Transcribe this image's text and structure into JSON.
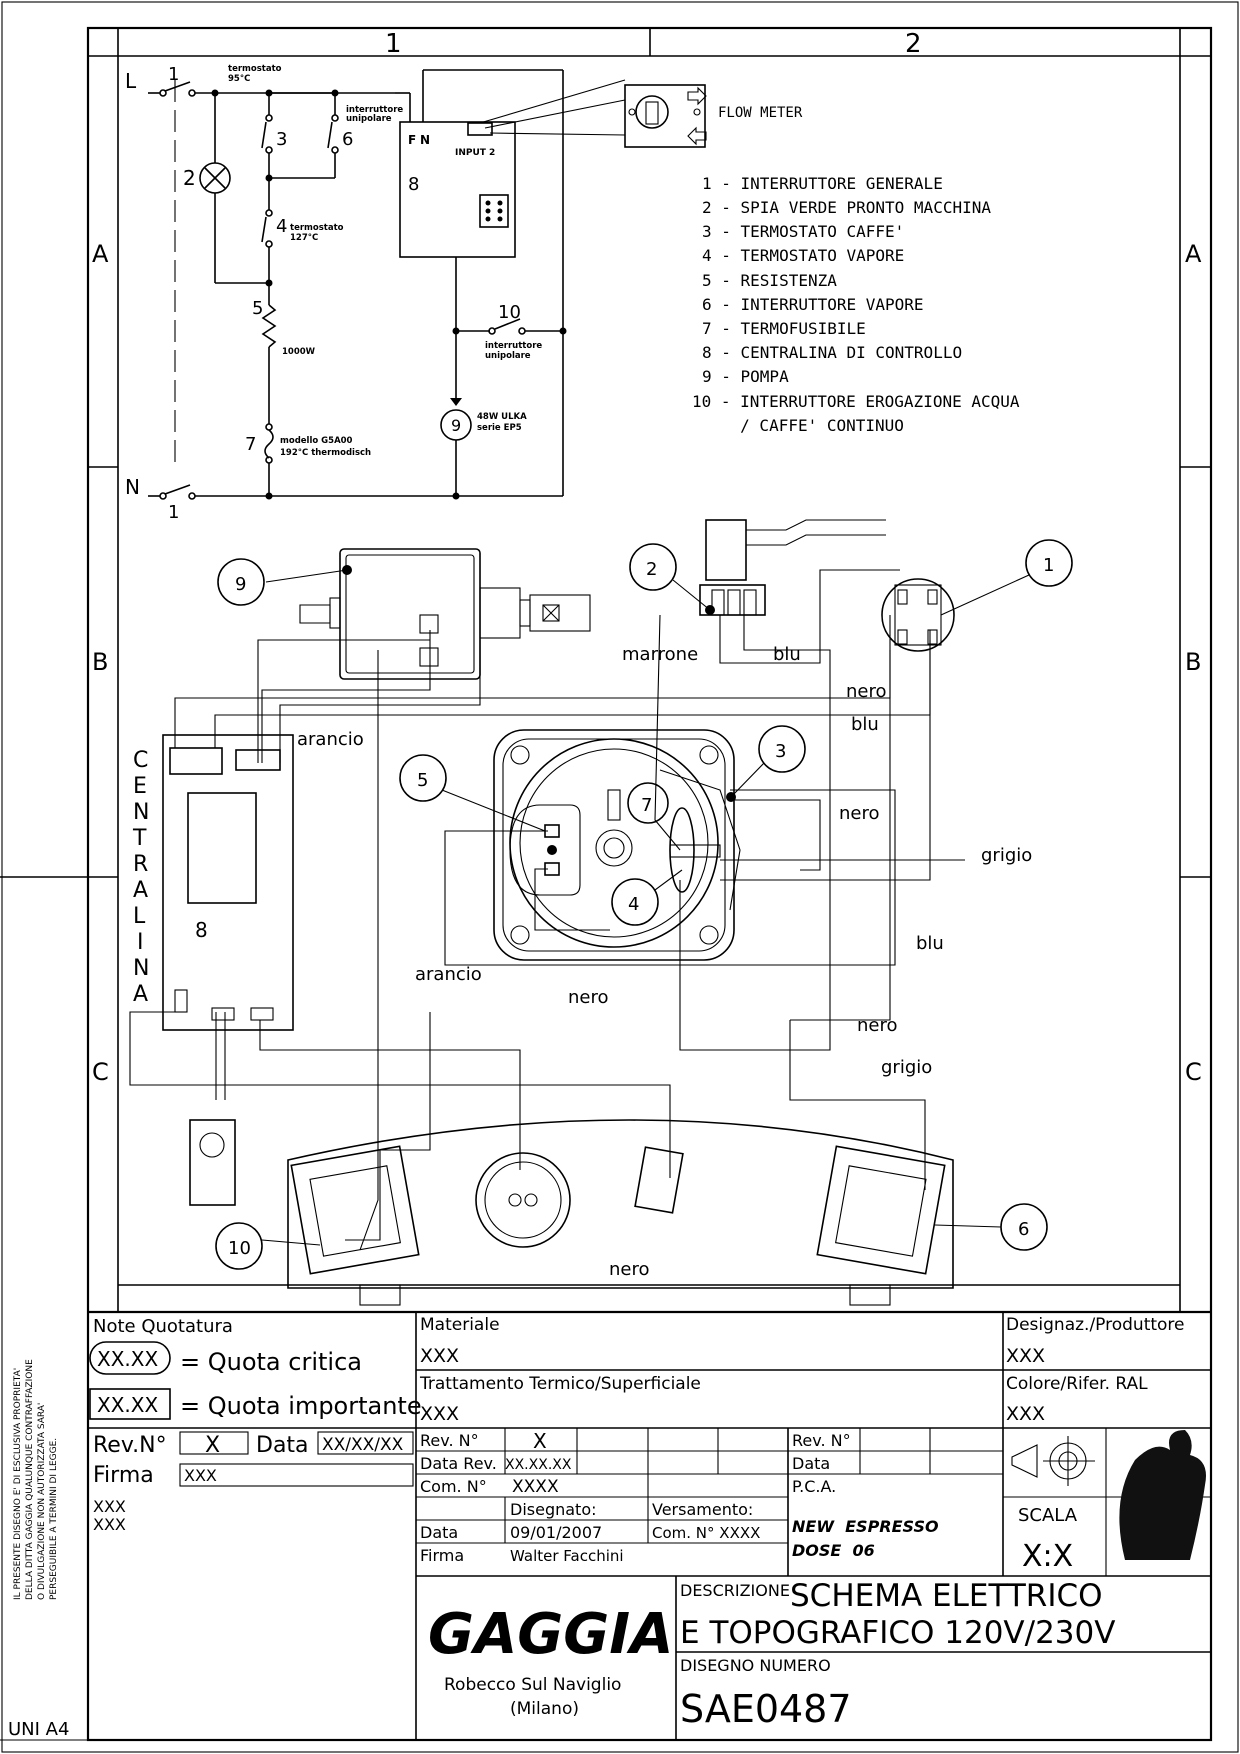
{
  "grid": {
    "columns": [
      "1",
      "2"
    ],
    "rows": [
      "A",
      "B",
      "C"
    ]
  },
  "schematic": {
    "L": "L",
    "N": "N",
    "labels": {
      "termostato95": [
        "termostato",
        "95°C"
      ],
      "interruttore_unipolare": [
        "interruttore",
        "unipolare"
      ],
      "termostato127": [
        "termostato",
        "127°C"
      ],
      "resistenza_power": "1000W",
      "termofusibile": [
        "modello G5A00",
        "192°C thermodisch"
      ],
      "pompa": [
        "48W ULKA",
        "serie EP5"
      ],
      "interruttore10": [
        "interruttore",
        "unipolare"
      ],
      "ctrl_F": "F",
      "ctrl_N": "N",
      "ctrl_input": "INPUT 2",
      "ctrl_num": "8"
    },
    "numbers": [
      "1",
      "1",
      "2",
      "3",
      "4",
      "5",
      "6",
      "7",
      "9",
      "10"
    ],
    "flow_meter": "FLOW METER"
  },
  "legend": [
    "1 - INTERRUTTORE GENERALE",
    "2 -  SPIA VERDE PRONTO MACCHINA",
    "3 - TERMOSTATO CAFFE'",
    "4 - TERMOSTATO VAPORE",
    "5 - RESISTENZA",
    "6 - INTERRUTTORE VAPORE",
    "7 - TERMOFUSIBILE",
    "8 - CENTRALINA DI CONTROLLO",
    "9 - POMPA",
    "10 - INTERRUTTORE EROGAZIONE ACQUA",
    "     / CAFFE' CONTINUO"
  ],
  "topo": {
    "callouts": [
      "1",
      "2",
      "3",
      "4",
      "5",
      "6",
      "7",
      "9",
      "10"
    ],
    "centralina_vertical": [
      "C",
      "E",
      "N",
      "T",
      "R",
      "A",
      "L",
      "I",
      "N",
      "A"
    ],
    "centralina_num": "8",
    "wires": {
      "marrone": "marrone",
      "blu1": "blu",
      "nero1": "nero",
      "blu2": "blu",
      "arancio1": "arancio",
      "nero2": "nero",
      "grigio1": "grigio",
      "blu3": "blu",
      "arancio2": "arancio",
      "nero3": "nero",
      "nero4": "nero",
      "grigio2": "grigio",
      "nero5": "nero"
    }
  },
  "titleblock": {
    "note_quotatura": "Note Quotatura",
    "quota_critica_box": "XX.XX",
    "quota_critica": "= Quota critica",
    "quota_importante_box": "XX.XX",
    "quota_importante": "= Quota importante",
    "rev_label": "Rev.N°",
    "rev_value": "X",
    "data_label": "Data",
    "data_value": "XX/XX/XX",
    "firma_label": "Firma",
    "firma_value": "XXX",
    "xxx1": "XXX",
    "xxx2": "XXX",
    "materiale_label": "Materiale",
    "materiale_value": "XXX",
    "trattamento_label": "Trattamento Termico/Superficiale",
    "trattamento_value": "XXX",
    "designaz_label": "Designaz./Produttore",
    "designaz_value": "XXX",
    "colore_label": "Colore/Rifer. RAL",
    "colore_value": "XXX",
    "rev_n_label": "Rev. N°",
    "rev_n_value": "X",
    "data_rev_label": "Data Rev.",
    "data_rev_value": "XX.XX.XX",
    "com_n_label": "Com. N°",
    "com_n_value": "XXXX",
    "disegnato_label": "Disegnato:",
    "versamento_label": "Versamento:",
    "data2_label": "Data",
    "data2_value": "09/01/2007",
    "com_n2": "Com. N° XXXX",
    "firma2_label": "Firma",
    "firma2_value": "Walter Facchini",
    "rev_n_right": "Rev. N°",
    "data_right": "Data",
    "pca": "P.C.A.",
    "model": [
      "NEW  ESPRESSO",
      "DOSE  06"
    ],
    "scala_label": "SCALA",
    "scala_value": "X:X",
    "brand": "GAGGIA",
    "location": [
      "Robecco Sul Naviglio",
      "(Milano)"
    ],
    "descrizione_label": "DESCRIZIONE",
    "descrizione_value": [
      "SCHEMA ELETTRICO",
      "E TOPOGRAFICO 120V/230V"
    ],
    "disegno_label": "DISEGNO NUMERO",
    "disegno_value": "SAE0487",
    "side_note": [
      "IL PRESENTE DISEGNO E' DI ESCLUSIVA PROPRIETA'",
      "DELLA DITTA GAGGIA QUALUNQUE CONTRAFFAZIONE",
      "O DIVULGAZIONE NON AUTORIZZATA SARA'",
      "PERSEGUIBILE A TERMINI DI LEGGE."
    ],
    "format": "UNI A4"
  }
}
